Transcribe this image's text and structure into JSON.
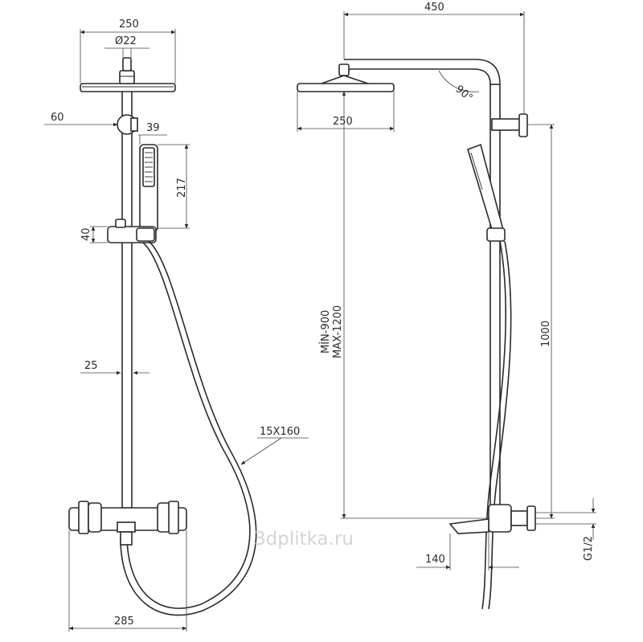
{
  "dimensions": {
    "head_width_front": "250",
    "pipe_diameter": "Ø22",
    "wall_bracket": "60",
    "handshower_offset": "39",
    "handshower_length": "217",
    "holder_height": "40",
    "riser_diameter": "25",
    "hose": "15X160",
    "mixer_width": "285",
    "arm_reach": "450",
    "arm_angle": "90°",
    "head_width_side": "250",
    "height_range_min": "MİN-900",
    "height_range_max": "MAX-1200",
    "bracket_distance": "1000",
    "spout_projection": "140",
    "connection_thread": "G1/2"
  },
  "watermark": "3dplitka.ru"
}
